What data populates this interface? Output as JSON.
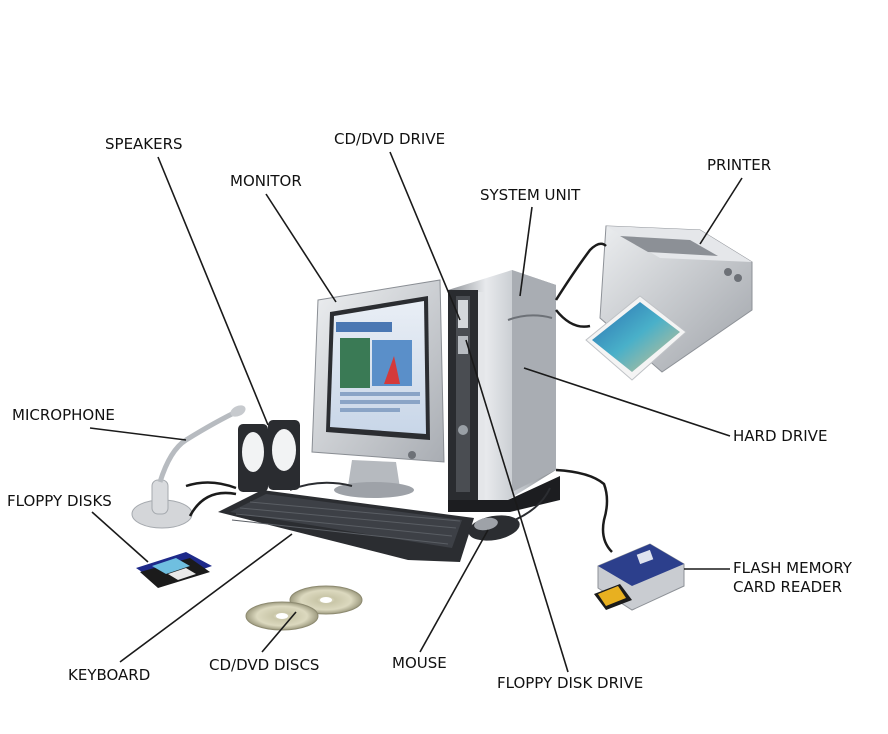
{
  "title": "",
  "labels": {
    "speakers": "SPEAKERS",
    "cd_dvd_drive": "CD/DVD DRIVE",
    "monitor": "MONITOR",
    "system_unit": "SYSTEM UNIT",
    "printer": "PRINTER",
    "microphone": "MICROPHONE",
    "hard_drive": "HARD DRIVE",
    "floppy_disks": "FLOPPY DISKS",
    "flash_memory_card_reader": [
      "FLASH MEMORY",
      "CARD READER"
    ],
    "keyboard": "KEYBOARD",
    "cd_dvd_discs": "CD/DVD DISCS",
    "mouse": "MOUSE",
    "floppy_disk_drive": "FLOPPY DISK DRIVE"
  },
  "colors": {
    "line": "#1a1a1a",
    "label": "#111111",
    "case_silver": "#c9ccd1",
    "case_dark": "#2a2c30",
    "screen_blue": "#5a8fc9",
    "keyboard": "#2b2d31",
    "printer_silver": "#cfd2d6",
    "reader_blue": "#2c3f8c"
  }
}
